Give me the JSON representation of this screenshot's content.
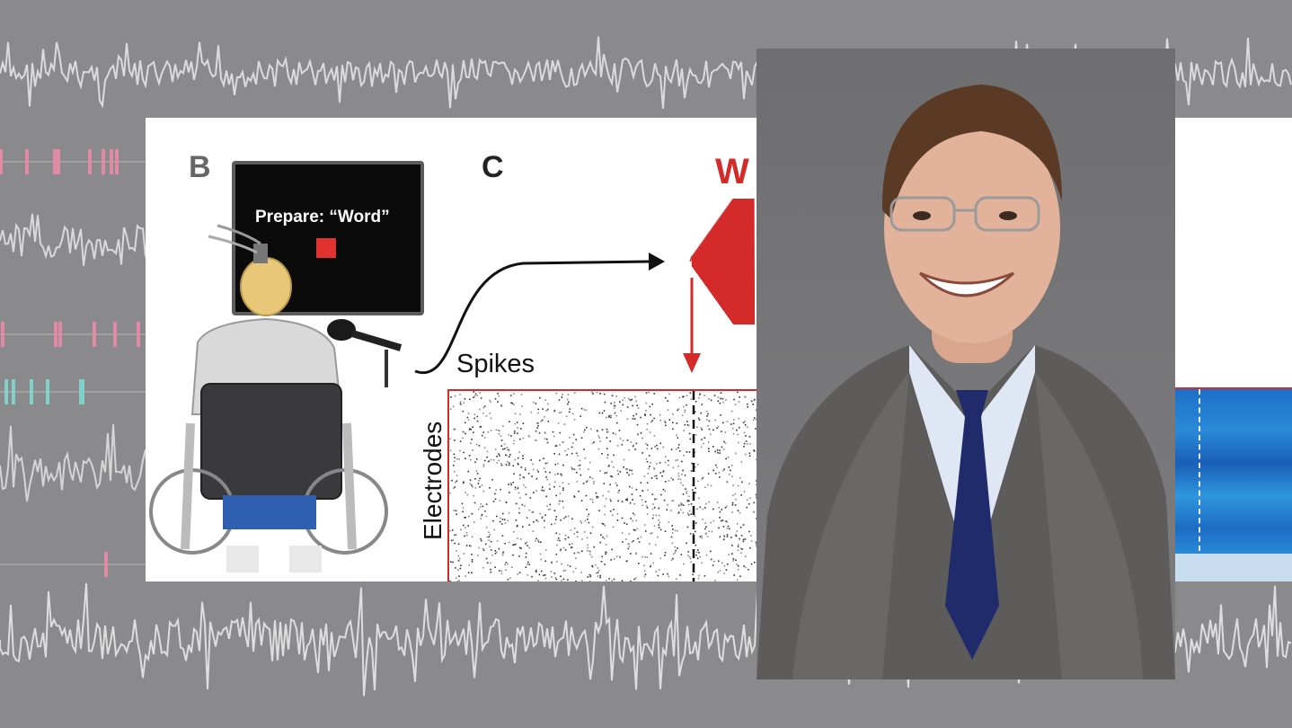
{
  "figure": {
    "panel_b_letter": "B",
    "panel_c_letter": "C",
    "monitor_prompt": "Prepare: “Word”",
    "partial_heading": "W",
    "spikes_label": "Spikes",
    "electrodes_label": "Electrodes"
  },
  "colors": {
    "background_gray": "#8a8a8c",
    "accent_red": "#d42a2a",
    "heatmap_blue": "#2a8ad8"
  }
}
